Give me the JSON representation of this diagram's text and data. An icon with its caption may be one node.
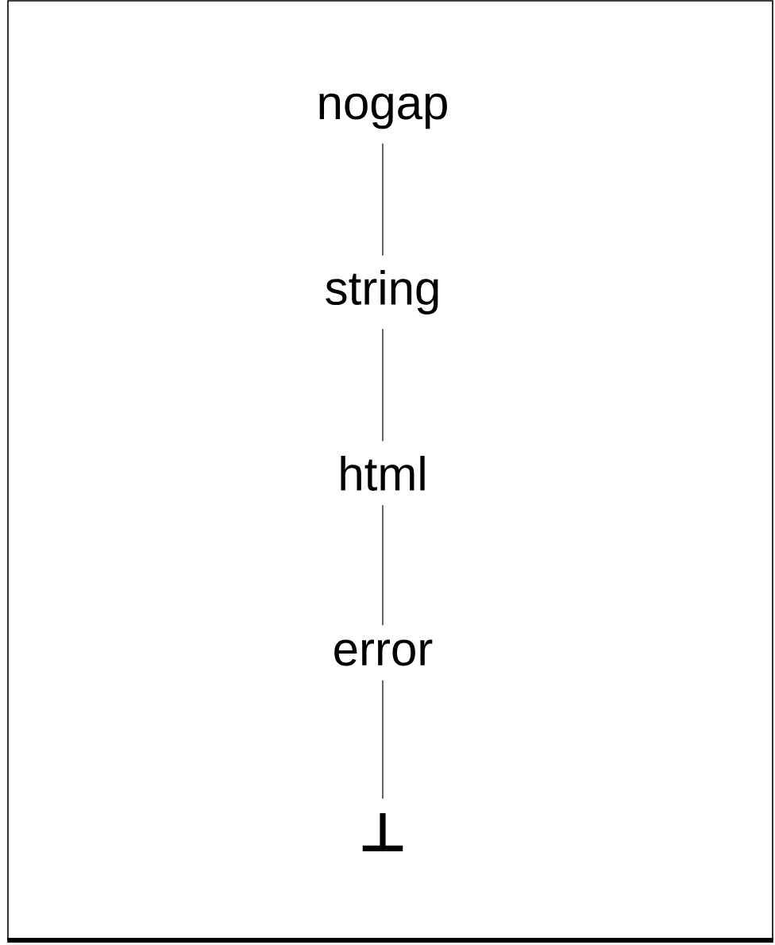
{
  "diagram": {
    "nodes": [
      {
        "text": [
          "nogap"
        ]
      },
      {
        "text": [
          "string"
        ]
      },
      {
        "text": [
          "html"
        ]
      },
      {
        "text": [
          "error"
        ]
      },
      {
        "text": [
          "⊥"
        ]
      }
    ],
    "edges": [
      {
        "from": 0,
        "to": 1,
        "arrow": "none"
      },
      {
        "from": 1,
        "to": 2,
        "arrow": "none"
      },
      {
        "from": 2,
        "to": 3,
        "arrow": "none"
      },
      {
        "from": 3,
        "to": 4,
        "arrow": "none"
      }
    ]
  }
}
